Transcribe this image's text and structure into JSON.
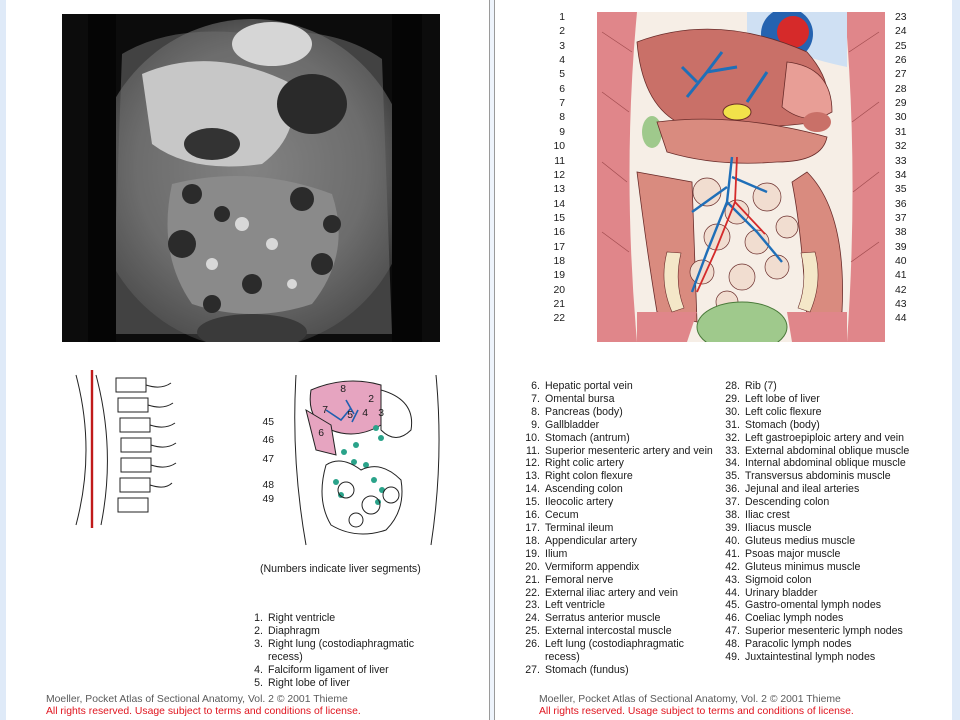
{
  "left_page": {
    "caption": "(Numbers indicate liver segments)",
    "segment_diagram": {
      "side_labels": [
        "45",
        "46",
        "47",
        "48",
        "49"
      ],
      "segment_numbers": [
        "8",
        "2",
        "7",
        "5",
        "4",
        "3",
        "6"
      ]
    },
    "legend": [
      {
        "n": "1.",
        "t": "Right ventricle"
      },
      {
        "n": "2.",
        "t": "Diaphragm"
      },
      {
        "n": "3.",
        "t": "Right lung (costodiaphragmatic recess)"
      },
      {
        "n": "4.",
        "t": "Falciform ligament of liver"
      },
      {
        "n": "5.",
        "t": "Right lobe of liver"
      }
    ],
    "footer": {
      "line1": "Moeller, Pocket Atlas of Sectional Anatomy, Vol. 2 © 2001 Thieme",
      "line2": "All rights reserved. Usage subject to terms and conditions of license."
    }
  },
  "right_page": {
    "numbers_left": [
      "1",
      "2",
      "3",
      "4",
      "5",
      "6",
      "7",
      "8",
      "9",
      "10",
      "11",
      "12",
      "13",
      "14",
      "15",
      "16",
      "17",
      "18",
      "19",
      "20",
      "21",
      "22"
    ],
    "numbers_right": [
      "23",
      "24",
      "25",
      "26",
      "27",
      "28",
      "29",
      "30",
      "31",
      "32",
      "33",
      "34",
      "35",
      "36",
      "37",
      "38",
      "39",
      "40",
      "41",
      "42",
      "43",
      "44"
    ],
    "legend_col1": [
      {
        "n": "6.",
        "t": "Hepatic portal vein"
      },
      {
        "n": "7.",
        "t": "Omental bursa"
      },
      {
        "n": "8.",
        "t": "Pancreas (body)"
      },
      {
        "n": "9.",
        "t": "Gallbladder"
      },
      {
        "n": "10.",
        "t": "Stomach (antrum)"
      },
      {
        "n": "11.",
        "t": "Superior mesenteric artery and vein"
      },
      {
        "n": "12.",
        "t": "Right colic artery"
      },
      {
        "n": "13.",
        "t": "Right colon flexure"
      },
      {
        "n": "14.",
        "t": "Ascending colon"
      },
      {
        "n": "15.",
        "t": "Ileocolic artery"
      },
      {
        "n": "16.",
        "t": "Cecum"
      },
      {
        "n": "17.",
        "t": "Terminal ileum"
      },
      {
        "n": "18.",
        "t": "Appendicular artery"
      },
      {
        "n": "19.",
        "t": "Ilium"
      },
      {
        "n": "20.",
        "t": "Vermiform appendix"
      },
      {
        "n": "21.",
        "t": "Femoral nerve"
      },
      {
        "n": "22.",
        "t": "External iliac artery and vein"
      },
      {
        "n": "23.",
        "t": "Left ventricle"
      },
      {
        "n": "24.",
        "t": "Serratus anterior muscle"
      },
      {
        "n": "25.",
        "t": "External intercostal muscle"
      },
      {
        "n": "26.",
        "t": "Left lung (costodiaphragmatic recess)"
      },
      {
        "n": "27.",
        "t": "Stomach (fundus)"
      }
    ],
    "legend_col2": [
      {
        "n": "28.",
        "t": "Rib (7)"
      },
      {
        "n": "29.",
        "t": "Left lobe of liver"
      },
      {
        "n": "30.",
        "t": "Left colic flexure"
      },
      {
        "n": "31.",
        "t": "Stomach (body)"
      },
      {
        "n": "32.",
        "t": "Left gastroepiploic artery and vein"
      },
      {
        "n": "33.",
        "t": "External abdominal oblique muscle"
      },
      {
        "n": "34.",
        "t": "Internal abdominal oblique muscle"
      },
      {
        "n": "35.",
        "t": "Transversus abdominis muscle"
      },
      {
        "n": "36.",
        "t": "Jejunal and ileal arteries"
      },
      {
        "n": "37.",
        "t": "Descending colon"
      },
      {
        "n": "38.",
        "t": "Iliac crest"
      },
      {
        "n": "39.",
        "t": "Iliacus muscle"
      },
      {
        "n": "40.",
        "t": "Gluteus medius muscle"
      },
      {
        "n": "41.",
        "t": "Psoas major muscle"
      },
      {
        "n": "42.",
        "t": "Gluteus minimus muscle"
      },
      {
        "n": "43.",
        "t": "Sigmoid colon"
      },
      {
        "n": "44.",
        "t": "Urinary bladder"
      },
      {
        "n": "45.",
        "t": "Gastro-omental lymph nodes"
      },
      {
        "n": "46.",
        "t": "Coeliac lymph nodes"
      },
      {
        "n": "47.",
        "t": "Superior mesenteric lymph nodes"
      },
      {
        "n": "48.",
        "t": "Paracolic lymph nodes"
      },
      {
        "n": "49.",
        "t": "Juxtaintestinal lymph nodes"
      }
    ],
    "footer": {
      "line1": "Moeller, Pocket Atlas of Sectional Anatomy, Vol. 2 © 2001 Thieme",
      "line2": "All rights reserved. Usage subject to terms and conditions of license."
    }
  },
  "colors": {
    "muscle": "#e0868a",
    "liver": "#c97068",
    "artery": "#d42a2a",
    "vein": "#1f6fb8",
    "bladder": "#9fc98c",
    "lung": "#cfe0f3",
    "footer_red": "#e0141e",
    "lymph_node": "#2aa38a"
  }
}
